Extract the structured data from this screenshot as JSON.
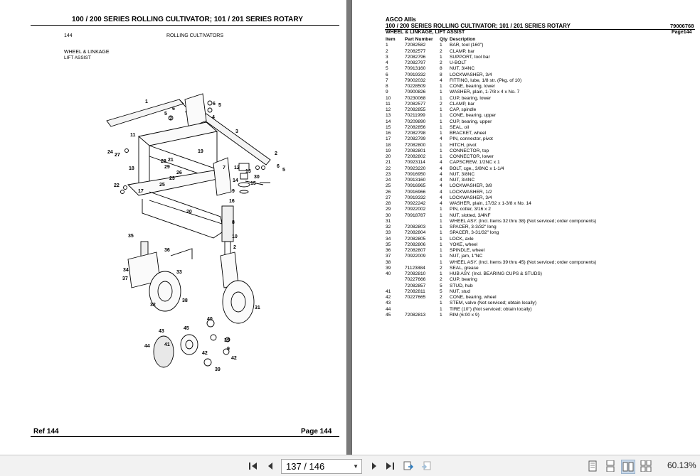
{
  "left_page": {
    "title": "100 / 200 SERIES ROLLING CULTIVATOR; 101 / 201 SERIES ROTARY",
    "page_no": "144",
    "section": "ROLLING CULTIVATORS",
    "group_line1": "WHEEL & LINKAGE",
    "group_line2": "LIFT ASSIST",
    "footer_ref": "Ref   144",
    "footer_page": "Page   144",
    "callouts": [
      "1",
      "2",
      "3",
      "4",
      "5",
      "6",
      "7",
      "8",
      "9",
      "10",
      "11",
      "12",
      "13",
      "14",
      "15",
      "16",
      "17",
      "18",
      "19",
      "20",
      "21",
      "22",
      "23",
      "24",
      "25",
      "26",
      "27",
      "28",
      "29",
      "30",
      "31",
      "32",
      "33",
      "34",
      "35",
      "36",
      "37",
      "38",
      "39",
      "40",
      "41",
      "42",
      "43",
      "44",
      "45"
    ]
  },
  "right_page": {
    "brand": "AGCO Allis",
    "title": "100 / 200 SERIES ROLLING CULTIVATOR; 101 / 201 SERIES ROTARY",
    "doc_no": "79006768",
    "group": "WHEEL & LINKAGE, LIFT ASSIST",
    "page_label": "Page144",
    "headers": {
      "item": "Item",
      "part": "Part Number",
      "qty": "Qty",
      "desc": "Description"
    },
    "rows": [
      [
        "1",
        "72082582",
        "1",
        "BAR, tool (160\")"
      ],
      [
        "2",
        "72082577",
        "2",
        "CLAMP, bar"
      ],
      [
        "3",
        "72082796",
        "1",
        "SUPPORT, tool bar"
      ],
      [
        "4",
        "72082797",
        "2",
        "U-BOLT"
      ],
      [
        "5",
        "70913160",
        "8",
        "NUT, 3/4NC"
      ],
      [
        "6",
        "70919332",
        "8",
        "LOCKWASHER, 3/4"
      ],
      [
        "7",
        "79002032",
        "4",
        "FITTING, lube, 1/8 str. (Pkg. of 10)"
      ],
      [
        "8",
        "70228509",
        "1",
        "CONE, bearing, lower"
      ],
      [
        "9",
        "70900826",
        "1",
        "WASHER, plain, 1-7/8 x 4 x No. 7"
      ],
      [
        "10",
        "70230068",
        "1",
        "CUP, bearing, lower"
      ],
      [
        "11",
        "72082577",
        "2",
        "CLAMP, bar"
      ],
      [
        "12",
        "72082855",
        "1",
        "CAP, spindle"
      ],
      [
        "13",
        "70211999",
        "1",
        "CONE, bearing, upper"
      ],
      [
        "14",
        "70209890",
        "1",
        "CUP, bearing, upper"
      ],
      [
        "15",
        "72082856",
        "1",
        "SEAL, oil"
      ],
      [
        "16",
        "72082798",
        "1",
        "BRACKET, wheel"
      ],
      [
        "17",
        "72082799",
        "4",
        "PIN, connector, pivot"
      ],
      [
        "18",
        "72082800",
        "1",
        "HITCH, pivot"
      ],
      [
        "19",
        "72082801",
        "1",
        "CONNECTOR, top"
      ],
      [
        "20",
        "72082802",
        "1",
        "CONNECTOR, lower"
      ],
      [
        "21",
        "70923114",
        "4",
        "CAPSCREW, 1/2NC x 1"
      ],
      [
        "22",
        "70923220",
        "4",
        "BOLT, cge., 3/8NC x 1-1/4"
      ],
      [
        "23",
        "70916950",
        "4",
        "NUT, 3/8NC"
      ],
      [
        "24",
        "70913160",
        "4",
        "NUT, 3/4NC"
      ],
      [
        "25",
        "70916965",
        "4",
        "LOCKWASHER, 3/8"
      ],
      [
        "26",
        "70916966",
        "4",
        "LOCKWASHER, 1/2"
      ],
      [
        "27",
        "70919332",
        "4",
        "LOCKWASHER, 3/4"
      ],
      [
        "28",
        "70922242",
        "4",
        "WASHER, plain, 17/32 x 1-3/8 x No. 14"
      ],
      [
        "29",
        "70922002",
        "1",
        "PIN, cotter, 3/16 x 2"
      ],
      [
        "30",
        "70918787",
        "1",
        "NUT, slotted, 3/4NF"
      ],
      [
        "31",
        "",
        "1",
        "WHEEL ASY. (Incl. Items 32 thru 38) (Not serviced; order components)"
      ],
      [
        "32",
        "72082803",
        "1",
        "SPACER, 3-3/32\" long"
      ],
      [
        "33",
        "72082804",
        "1",
        "SPACER, 3-31/32\" long"
      ],
      [
        "34",
        "72082805",
        "1",
        "LOCK, axle"
      ],
      [
        "35",
        "72082806",
        "1",
        "YOKE, wheel"
      ],
      [
        "36",
        "72082807",
        "1",
        "SPINDLE, wheel"
      ],
      [
        "37",
        "70922009",
        "1",
        "NUT, jam, 1\"NC"
      ],
      [
        "38",
        "",
        "1",
        "WHEEL ASY. (Incl. Items 39 thru 45) (Not serviced; order components)"
      ],
      [
        "39",
        "71123884",
        "2",
        "SEAL, grease"
      ],
      [
        "40",
        "72082810",
        "1",
        "HUB ASY. (Incl. BEARING CUPS & STUDS)"
      ],
      [
        "",
        "70227666",
        "2",
        "CUP, bearing"
      ],
      [
        "",
        "72082857",
        "5",
        "STUD, hub"
      ],
      [
        "41",
        "72082811",
        "5",
        "NUT, stud"
      ],
      [
        "42",
        "70227665",
        "2",
        "CONE, bearing, wheel"
      ],
      [
        "43",
        "",
        "1",
        "STEM, valve (Not serviced; obtain locally)"
      ],
      [
        "44",
        "",
        "1",
        "TIRE (10\") (Not serviced; obtain locally)"
      ],
      [
        "45",
        "72082813",
        "1",
        "RIM (6:00 x 9)"
      ]
    ]
  },
  "toolbar": {
    "page_value": "137 / 146",
    "zoom": "60.13%"
  },
  "icons": [
    "first-page-icon",
    "prev-page-icon",
    "next-page-icon",
    "last-page-icon",
    "back-view-icon",
    "forward-view-icon",
    "single-page-icon",
    "continuous-icon",
    "two-page-icon",
    "two-page-continuous-icon"
  ]
}
